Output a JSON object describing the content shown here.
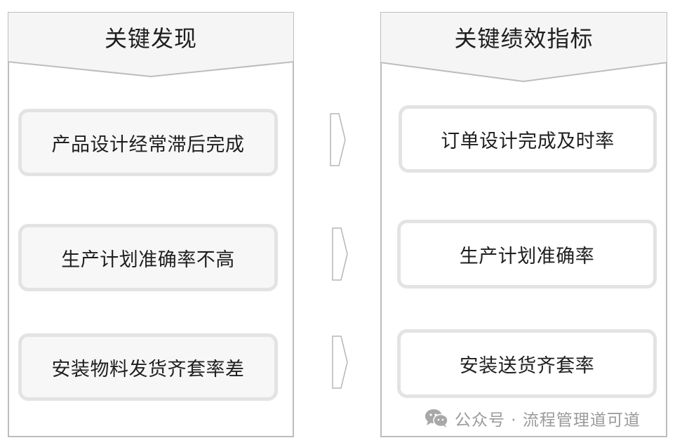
{
  "left_panel": {
    "title": "关键发现",
    "items": [
      {
        "label": "产品设计经常滞后完成"
      },
      {
        "label": "生产计划准确率不高"
      },
      {
        "label": "安装物料发货齐套率差"
      }
    ]
  },
  "right_panel": {
    "title": "关键绩效指标",
    "items": [
      {
        "label": "订单设计完成及时率"
      },
      {
        "label": "生产计划准确率"
      },
      {
        "label": "安装送货齐套率"
      }
    ]
  },
  "watermark": {
    "icon": "wechat-icon",
    "text": "公众号 · 流程管理道可道"
  },
  "colors": {
    "border": "#bdbdbd",
    "box_border": "#e3e3e3",
    "header_fill": "#f5f5f5",
    "arrow_stroke": "#b5b5b5",
    "watermark": "#9a9a9a"
  }
}
